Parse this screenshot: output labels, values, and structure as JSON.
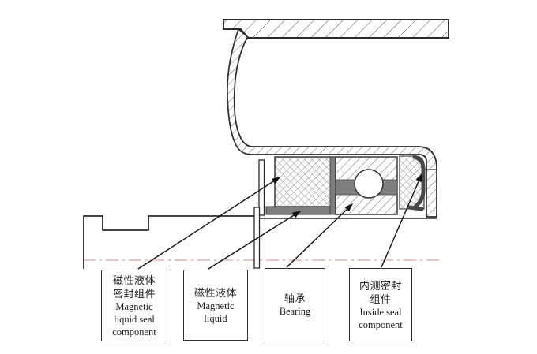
{
  "figure": {
    "title": "magnetic-liquid-seal-cross-section",
    "colors": {
      "outline": "#2b2b2b",
      "hatch_line": "#4f4f4f",
      "gray_fill": "#7e7e7e",
      "seal_dark": "#474747",
      "centerline_pink": "#e6b3b3",
      "background": "#ffffff"
    }
  },
  "labels": [
    {
      "id": "magnetic-liquid-seal-component",
      "cn_line1": "磁性液体",
      "cn_line2": "密封组件",
      "en_line1": "Magnetic",
      "en_line2": "liquid seal",
      "en_line3": "component"
    },
    {
      "id": "magnetic-liquid",
      "cn_line1": "磁性液体",
      "en_line1": "Magnetic",
      "en_line2": "liquid"
    },
    {
      "id": "bearing",
      "cn_line1": "轴承",
      "en_line1": "Bearing"
    },
    {
      "id": "inside-seal-component",
      "cn_line1": "内测密封",
      "cn_line2": "组件",
      "en_line1": "Inside seal",
      "en_line2": "component"
    }
  ]
}
